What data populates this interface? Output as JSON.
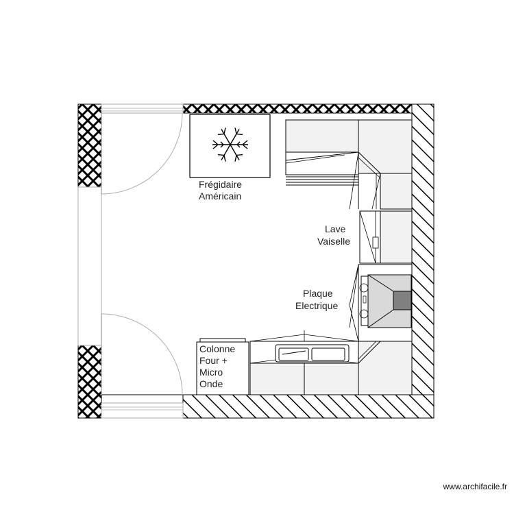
{
  "plan": {
    "labels": {
      "fridge": [
        "Frégidaire",
        "Américain"
      ],
      "dishwasher": [
        "Lave",
        "Vaiselle"
      ],
      "hob": [
        "Plaque",
        "Electrique"
      ],
      "oven_column": [
        "Colonne",
        "Four +",
        "Micro",
        "Onde"
      ]
    },
    "icons": {
      "fridge": "snowflake-icon",
      "hob": "cooktop-icon",
      "sink": "double-sink-icon"
    },
    "colors": {
      "wall_hatch": "#000000",
      "cabinet_fill": "#f2f2f2",
      "hood_fill": "#d9d9d9",
      "hood_center": "#808080"
    }
  },
  "footer": {
    "watermark": "www.archifacile.fr"
  }
}
